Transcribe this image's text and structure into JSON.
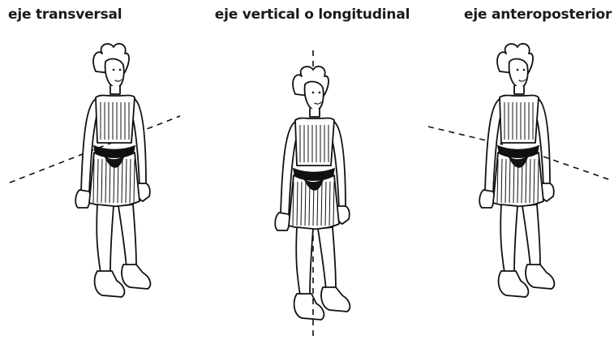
{
  "panels": [
    {
      "title": "eje transversal",
      "axis": "transversal"
    },
    {
      "title": "eje vertical o longitudinal",
      "axis": "vertical"
    },
    {
      "title": "eje anteroposterior",
      "axis": "anteroposterior"
    }
  ]
}
